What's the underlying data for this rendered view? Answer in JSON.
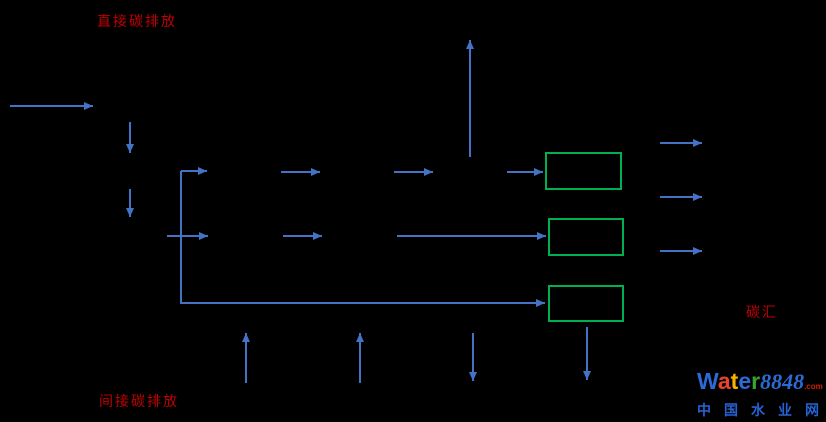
{
  "diagram": {
    "labels": {
      "direct_emissions": "直接碳排放",
      "indirect_emissions": "间接碳排放",
      "carbon_sink": "碳汇"
    },
    "colors": {
      "arrow_blue": "#4472C4",
      "box_green": "#00B050",
      "label_red": "#C00000",
      "background": "#000000"
    },
    "green_box_count": 3
  },
  "watermark": {
    "word_letters": [
      {
        "ch": "W",
        "color": "#2b6bd6"
      },
      {
        "ch": "a",
        "color": "#e8432e"
      },
      {
        "ch": "t",
        "color": "#f6b400"
      },
      {
        "ch": "e",
        "color": "#2b6bd6"
      },
      {
        "ch": "r",
        "color": "#3aa337"
      }
    ],
    "number": "8848",
    "tld": ".com",
    "subtitle_chars": [
      "中",
      "国",
      "水",
      "业",
      "网"
    ]
  }
}
